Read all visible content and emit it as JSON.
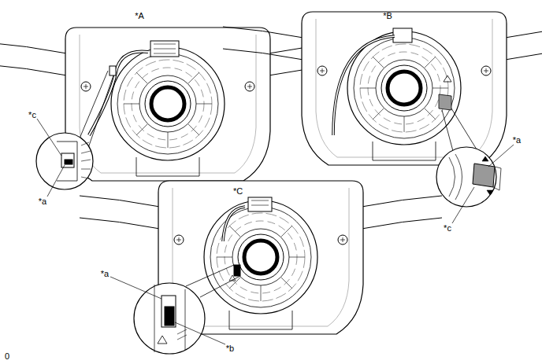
{
  "diagram": {
    "labels": [
      "*A",
      "*c",
      "*a",
      "*B",
      "*a",
      "*c",
      "*C",
      "*a",
      "*b",
      "0"
    ]
  }
}
